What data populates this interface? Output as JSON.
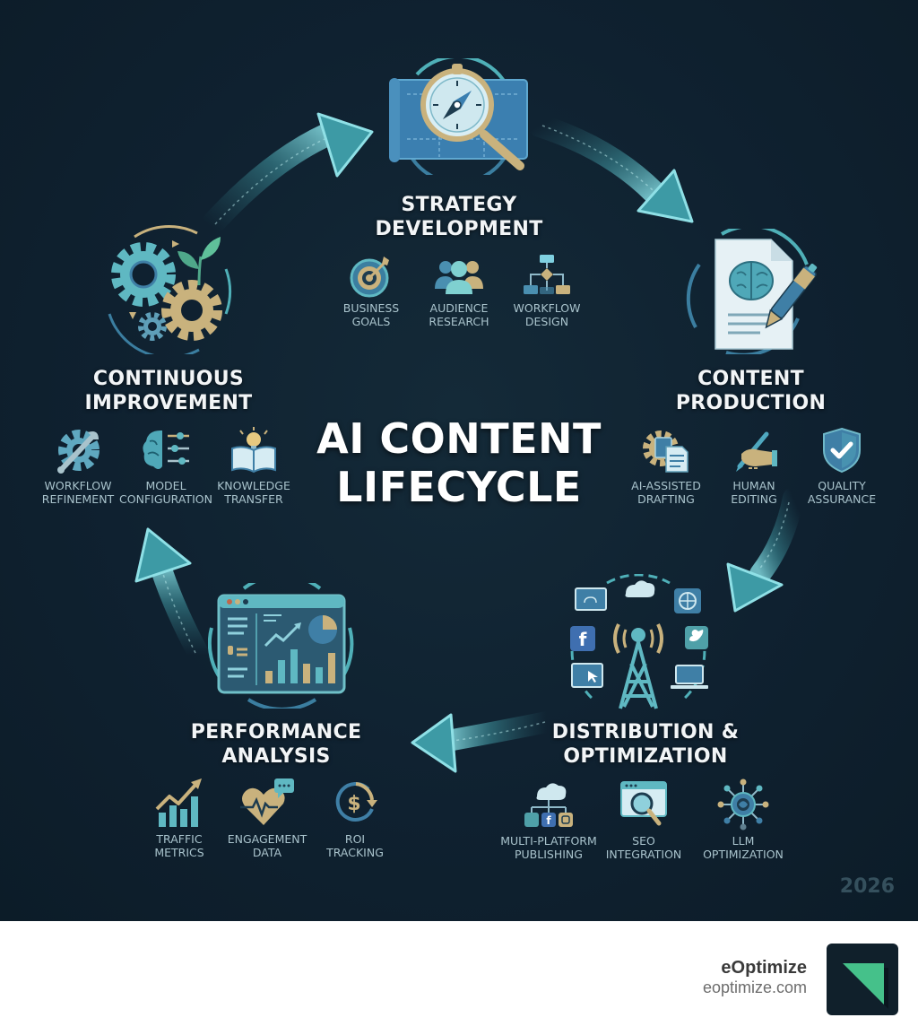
{
  "title": {
    "line1": "AI CONTENT",
    "line2": "LIFECYCLE"
  },
  "year": "2026",
  "colors": {
    "background": "#0f2130",
    "teal": "#5fb8c2",
    "teal_light": "#8fd6dc",
    "blue": "#3f7fa6",
    "gold": "#c9b27d",
    "text": "#f2f5f7",
    "sublabel": "#a9c3cc",
    "brand_green": "#45c18a"
  },
  "stages": [
    {
      "id": "strategy",
      "title_line1": "STRATEGY",
      "title_line2": "DEVELOPMENT",
      "hero_icon": "blueprint-magnifier-compass-icon",
      "items": [
        {
          "line1": "BUSINESS",
          "line2": "GOALS",
          "icon": "target-arrow-icon"
        },
        {
          "line1": "AUDIENCE",
          "line2": "RESEARCH",
          "icon": "people-group-icon"
        },
        {
          "line1": "WORKFLOW",
          "line2": "DESIGN",
          "icon": "flowchart-icon"
        }
      ]
    },
    {
      "id": "production",
      "title_line1": "CONTENT",
      "title_line2": "PRODUCTION",
      "hero_icon": "document-brain-pen-icon",
      "items": [
        {
          "line1": "AI-ASSISTED",
          "line2": "DRAFTING",
          "icon": "gear-documents-icon"
        },
        {
          "line1": "HUMAN",
          "line2": "EDITING",
          "icon": "hand-pen-icon"
        },
        {
          "line1": "QUALITY",
          "line2": "ASSURANCE",
          "icon": "shield-check-icon"
        }
      ]
    },
    {
      "id": "distribution",
      "title_line1": "DISTRIBUTION &",
      "title_line2": "OPTIMIZATION",
      "hero_icon": "broadcast-tower-network-icon",
      "items": [
        {
          "line1": "MULTI-PLATFORM",
          "line2": "PUBLISHING",
          "icon": "cloud-social-icon"
        },
        {
          "line1": "SEO",
          "line2": "INTEGRATION",
          "icon": "browser-magnifier-icon"
        },
        {
          "line1": "LLM",
          "line2": "OPTIMIZATION",
          "icon": "llm-network-icon"
        }
      ]
    },
    {
      "id": "performance",
      "title_line1": "PERFORMANCE",
      "title_line2": "ANALYSIS",
      "hero_icon": "analytics-dashboard-icon",
      "items": [
        {
          "line1": "TRAFFIC",
          "line2": "METRICS",
          "icon": "bar-chart-trend-icon"
        },
        {
          "line1": "ENGAGEMENT",
          "line2": "DATA",
          "icon": "heart-chat-icon"
        },
        {
          "line1": "ROI",
          "line2": "TRACKING",
          "icon": "dollar-cycle-icon"
        }
      ]
    },
    {
      "id": "improvement",
      "title_line1": "CONTINUOUS",
      "title_line2": "IMPROVEMENT",
      "hero_icon": "gears-sprout-icon",
      "items": [
        {
          "line1": "WORKFLOW",
          "line2": "REFINEMENT",
          "icon": "gear-wrench-icon"
        },
        {
          "line1": "MODEL",
          "line2": "CONFIGURATION",
          "icon": "brain-sliders-icon"
        },
        {
          "line1": "KNOWLEDGE",
          "line2": "TRANSFER",
          "icon": "book-lightbulb-icon"
        }
      ]
    }
  ],
  "footer": {
    "brand_name": "eOptimize",
    "brand_url": "eoptimize.com"
  }
}
